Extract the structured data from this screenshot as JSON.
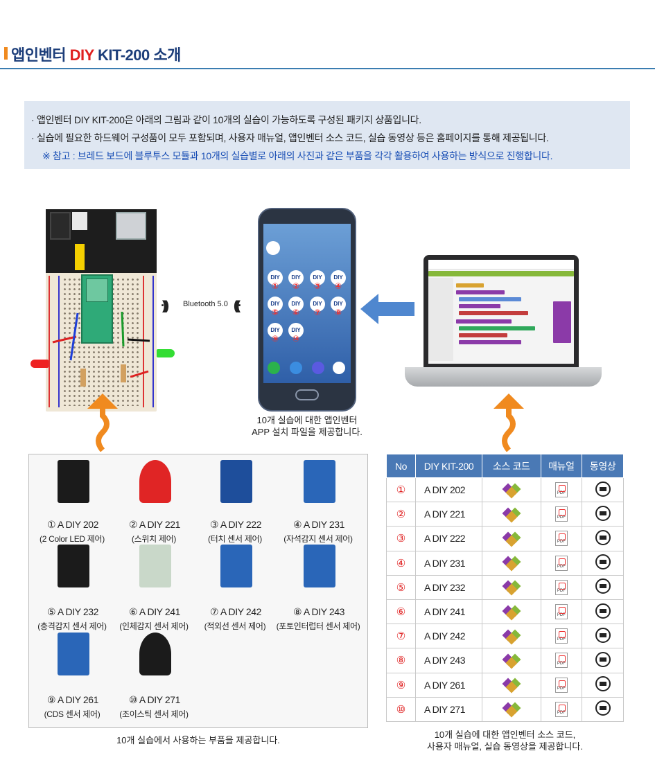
{
  "header": {
    "title_prefix": "앱인벤터 ",
    "title_diy": "DIY",
    "title_suffix": " KIT-200 소개"
  },
  "info": {
    "line1": "· 앱인벤터 DIY KIT-200은 아래의 그림과 같이 10개의 실습이 가능하도록 구성된 패키지 상품입니다.",
    "line2": "· 실습에 필요한 하드웨어 구성품이 모두 포함되며, 사용자 매뉴얼, 앱인벤터 소스 코드, 실습 동영상 등은 홈페이지를 통해 제공됩니다.",
    "note": "※ 참고 : 브레드 보드에 블루투스 모듈과 10개의 실습별로 아래의 사진과 같은 부품을 각각 활용하여 사용하는 방식으로 진행합니다."
  },
  "bluetooth_label": "Bluetooth 5.0",
  "phone": {
    "apps": [
      {
        "badge": "DIY",
        "num": "①"
      },
      {
        "badge": "DIY",
        "num": "②"
      },
      {
        "badge": "DIY",
        "num": "③"
      },
      {
        "badge": "DIY",
        "num": "④"
      },
      {
        "badge": "DIY",
        "num": "⑤"
      },
      {
        "badge": "DIY",
        "num": "⑥"
      },
      {
        "badge": "DIY",
        "num": "⑦"
      },
      {
        "badge": "DIY",
        "num": "⑧"
      },
      {
        "badge": "DIY",
        "num": "⑨"
      },
      {
        "badge": "DIY",
        "num": "⑩"
      }
    ],
    "caption_line1": "10개 실습에 대한 앱인벤터",
    "caption_line2": "APP 설치 파일을 제공합니다."
  },
  "parts": [
    {
      "label": "① A DIY 202",
      "sub": "(2 Color LED 제어)"
    },
    {
      "label": "② A DIY 221",
      "sub": "(스위치 제어)"
    },
    {
      "label": "③ A DIY 222",
      "sub": "(터치 센서 제어)"
    },
    {
      "label": "④ A DIY 231",
      "sub": "(자석감지 센서 제어)"
    },
    {
      "label": "⑤ A DIY 232",
      "sub": "(충격감지 센서 제어)"
    },
    {
      "label": "⑥ A DIY 241",
      "sub": "(인체감지 센서 제어)"
    },
    {
      "label": "⑦ A DIY 242",
      "sub": "(적외선 센서 제어)"
    },
    {
      "label": "⑧ A DIY 243",
      "sub": "(포토인터럽터 센서 제어)"
    },
    {
      "label": "⑨ A DIY 261",
      "sub": "(CDS 센서 제어)"
    },
    {
      "label": "⑩ A DIY 271",
      "sub": "(조이스틱 센서 제어)"
    }
  ],
  "parts_caption": "10개 실습에서 사용하는 부품을 제공합니다.",
  "table": {
    "headers": [
      "No",
      "DIY KIT-200",
      "소스 코드",
      "매뉴얼",
      "동영상"
    ],
    "rows": [
      {
        "no": "①",
        "name": "A DIY 202"
      },
      {
        "no": "②",
        "name": "A DIY 221"
      },
      {
        "no": "③",
        "name": "A DIY 222"
      },
      {
        "no": "④",
        "name": "A DIY 231"
      },
      {
        "no": "⑤",
        "name": "A DIY 232"
      },
      {
        "no": "⑥",
        "name": "A DIY 241"
      },
      {
        "no": "⑦",
        "name": "A DIY 242"
      },
      {
        "no": "⑧",
        "name": "A DIY 243"
      },
      {
        "no": "⑨",
        "name": "A DIY 261"
      },
      {
        "no": "⑩",
        "name": "A DIY 271"
      }
    ],
    "pdf_text": "PDF",
    "caption_line1": "10개 실습에 대한 앱인벤터 소스 코드,",
    "caption_line2": "사용자 매뉴얼, 실습 동영상을 제공합니다."
  },
  "colors": {
    "accent": "#f08a1f",
    "title": "#1d3e7a",
    "diy": "#e02020",
    "table_header": "#4a79b5",
    "info_bg": "#dfe7f2",
    "note": "#1a4fb5"
  }
}
